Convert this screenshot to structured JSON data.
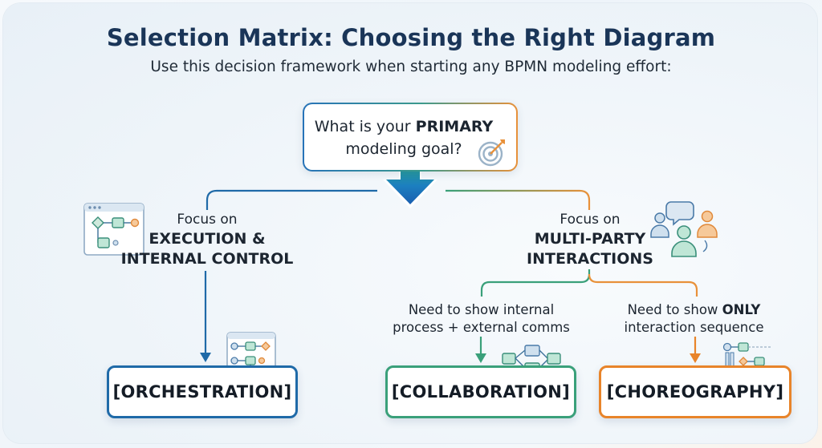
{
  "header": {
    "title": "Selection Matrix: Choosing the Right Diagram",
    "subtitle": "Use this decision framework when starting any BPMN modeling effort:"
  },
  "question": {
    "prefix": "What is your ",
    "emphasis": "PRIMARY",
    "suffix": "modeling goal?"
  },
  "left_branch": {
    "focus_label": "Focus on",
    "focus_line1": "EXECUTION &",
    "focus_line2": "INTERNAL CONTROL",
    "result": "[ORCHESTRATION]"
  },
  "right_branch": {
    "focus_label": "Focus on",
    "focus_line1": "MULTI-PARTY",
    "focus_line2": "INTERACTIONS",
    "collab_need_line1": "Need to show internal",
    "collab_need_line2": "process + external comms",
    "collab_result": "[COLLABORATION]",
    "choreo_need_prefix": "Need to show ",
    "choreo_need_emphasis": "ONLY",
    "choreo_need_line2": "interaction sequence",
    "choreo_result": "[CHOREOGRAPHY]"
  },
  "colors": {
    "title": "#1a3558",
    "orchestration": "#1f6aa8",
    "collaboration": "#3aa07a",
    "choreography": "#e8842a",
    "arrow_blue": "#1a6fbf"
  },
  "icons": [
    "target-icon",
    "process-window-icon",
    "people-chat-icon",
    "flowchart-icon"
  ]
}
